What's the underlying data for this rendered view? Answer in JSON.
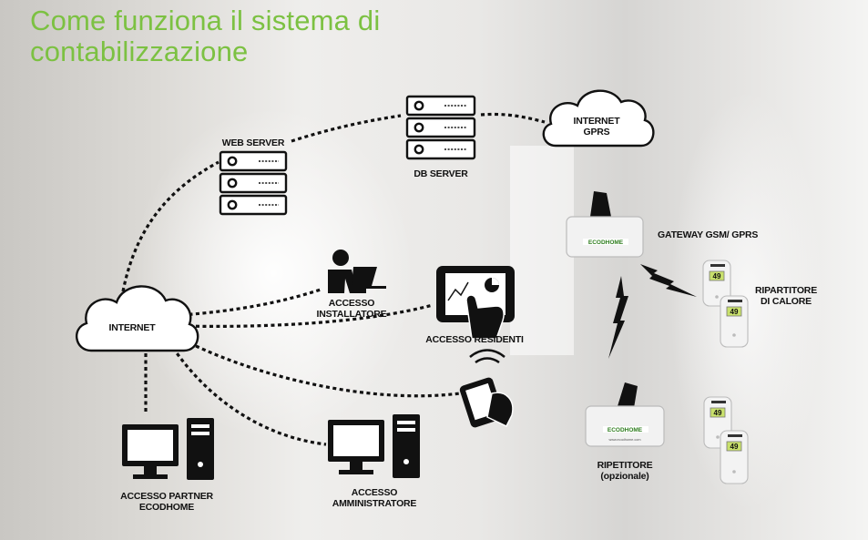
{
  "title": "Come funziona il sistema di contabilizzazione",
  "colors": {
    "title": "#7cc142",
    "icons": "#111111",
    "logo_green": "#4caf2a"
  },
  "nodes": {
    "web_server": "WEB SERVER",
    "db_server": "DB SERVER",
    "internet_gprs_line1": "INTERNET",
    "internet_gprs_line2": "GPRS",
    "internet": "INTERNET",
    "installatore_line1": "ACCESSO",
    "installatore_line2": "INSTALLATORE",
    "residenti": "ACCESSO RESIDENTI",
    "gateway": "GATEWAY GSM/ GPRS",
    "ripartitore_line1": "RIPARTITORE",
    "ripartitore_line2": "DI CALORE",
    "ripetitore_line1": "RIPETITORE",
    "ripetitore_line2": "(opzionale)",
    "partner_line1": "ACCESSO PARTNER",
    "partner_line2": "ECODHOME",
    "amministratore_line1": "ACCESSO",
    "amministratore_line2": "AMMINISTRATORE"
  },
  "device_logo": "ECODHOME",
  "device_url": "www.ecodhome.com",
  "ripartitore_display": "49"
}
